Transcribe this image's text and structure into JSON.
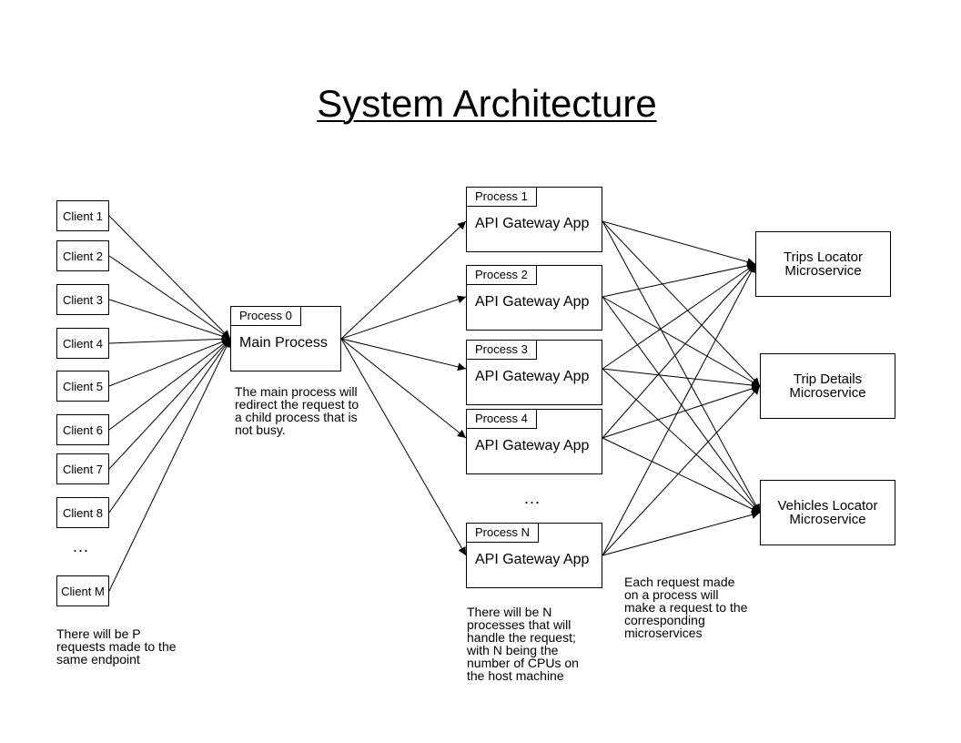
{
  "title": "System Architecture",
  "clients": [
    "Client 1",
    "Client 2",
    "Client 3",
    "Client 4",
    "Client 5",
    "Client 6",
    "Client 7",
    "Client 8",
    "Client M"
  ],
  "client_ellipsis": "...",
  "clients_note": "There will be P\nrequests made to the\nsame endpoint",
  "main": {
    "tag": "Process 0",
    "label": "Main Process"
  },
  "main_note": "The main process will\nredirect the request to\na child process that is\nnot busy.",
  "processes": [
    {
      "tag": "Process 1",
      "label": "API Gateway App"
    },
    {
      "tag": "Process 2",
      "label": "API Gateway App"
    },
    {
      "tag": "Process 3",
      "label": "API Gateway App"
    },
    {
      "tag": "Process 4",
      "label": "API Gateway App"
    },
    {
      "tag": "Process N",
      "label": "API Gateway App"
    }
  ],
  "process_ellipsis": "...",
  "processes_note": "There will be N\nprocesses that will\nhandle the request;\nwith N being the\nnumber of CPUs on\nthe host machine",
  "microservices": [
    {
      "line1": "Trips Locator",
      "line2": "Microservice"
    },
    {
      "line1": "Trip Details",
      "line2": "Microservice"
    },
    {
      "line1": "Vehicles Locator",
      "line2": "Microservice"
    }
  ],
  "microservices_note": "Each request made\non a process will\nmake a request to the\ncorresponding\nmicroservices"
}
